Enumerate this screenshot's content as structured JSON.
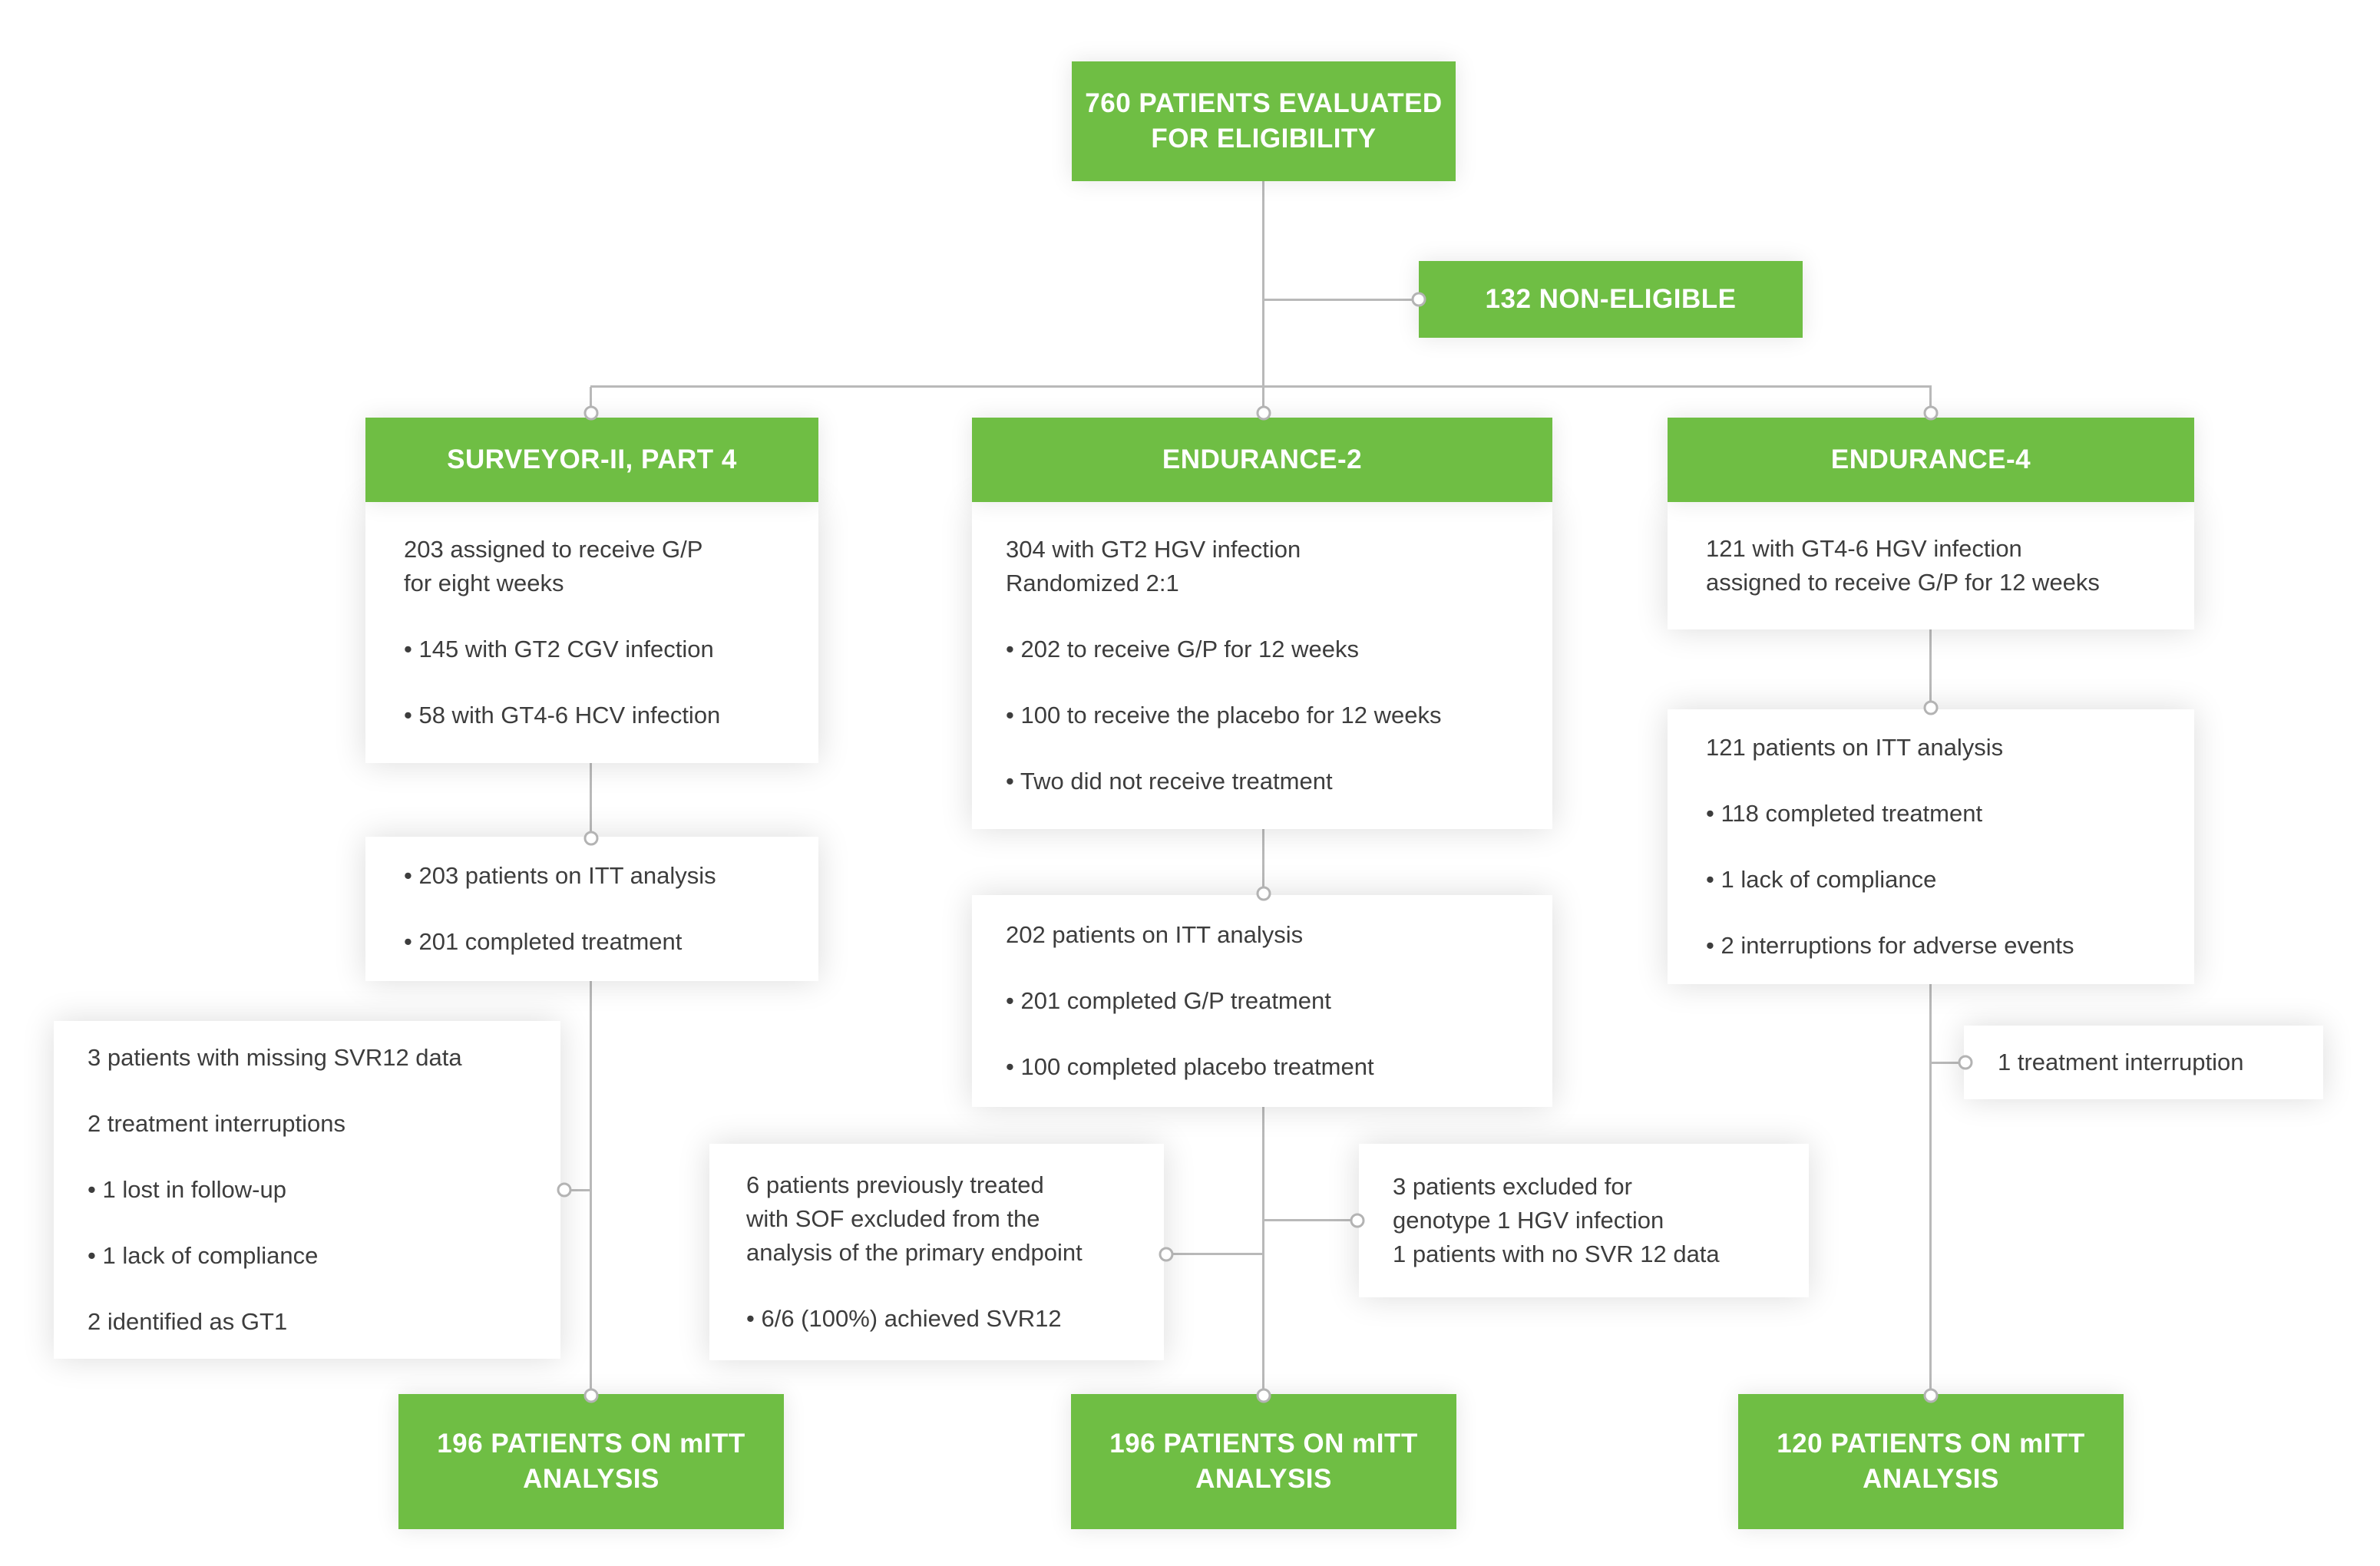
{
  "palette": {
    "green": "#6fbe44",
    "line_gray": "#b9b9b9",
    "text_gray": "#3d3d3d",
    "box_bg": "#ffffff"
  },
  "top": {
    "eligibility": "760 PATIENTS EVALUATED\nFOR ELIGIBILITY",
    "non_eligible": "132 NON-ELIGIBLE"
  },
  "surveyor": {
    "title": "SURVEYOR-II, PART 4",
    "assigned": {
      "l1": "203 assigned to receive G/P\nfor eight weeks",
      "l2": "• 145 with GT2 CGV infection",
      "l3": "• 58 with GT4-6 HCV infection"
    },
    "itt": {
      "l1": "• 203 patients on ITT analysis",
      "l2": "• 201 completed treatment"
    },
    "exclusions": {
      "l1": "3 patients with missing SVR12 data",
      "l2": "2 treatment interruptions",
      "l3": "• 1 lost in follow-up",
      "l4": "• 1 lack of compliance",
      "l5": "2 identified as GT1"
    },
    "mitt": "196 PATIENTS ON mITT\nANALYSIS"
  },
  "endurance2": {
    "title": "ENDURANCE-2",
    "assigned": {
      "l1": "304 with GT2 HGV infection\nRandomized 2:1",
      "l2": "• 202 to receive G/P for 12 weeks",
      "l3": "• 100 to receive the placebo for 12 weeks",
      "l4": "• Two did not receive treatment"
    },
    "itt": {
      "l1": "202 patients on ITT analysis",
      "l2": "• 201 completed G/P treatment",
      "l3": "• 100 completed placebo treatment"
    },
    "sof_excluded": {
      "l1": "6 patients previously treated\nwith SOF excluded from the\nanalysis of the primary endpoint",
      "l2": "• 6/6 (100%) achieved SVR12"
    },
    "gt1_excluded": {
      "l1": "3 patients excluded for\ngenotype 1 HGV infection\n1 patients with no SVR 12 data"
    },
    "mitt": "196 PATIENTS ON mITT\nANALYSIS"
  },
  "endurance4": {
    "title": "ENDURANCE-4",
    "assigned": {
      "l1": "121 with GT4-6 HGV infection\nassigned to receive G/P for 12 weeks"
    },
    "itt": {
      "l1": "121 patients on ITT analysis",
      "l2": "• 118 completed treatment",
      "l3": "• 1 lack of compliance",
      "l4": "• 2 interruptions for adverse events"
    },
    "interruption": {
      "l1": "1 treatment interruption"
    },
    "mitt": "120 PATIENTS ON mITT\nANALYSIS"
  }
}
